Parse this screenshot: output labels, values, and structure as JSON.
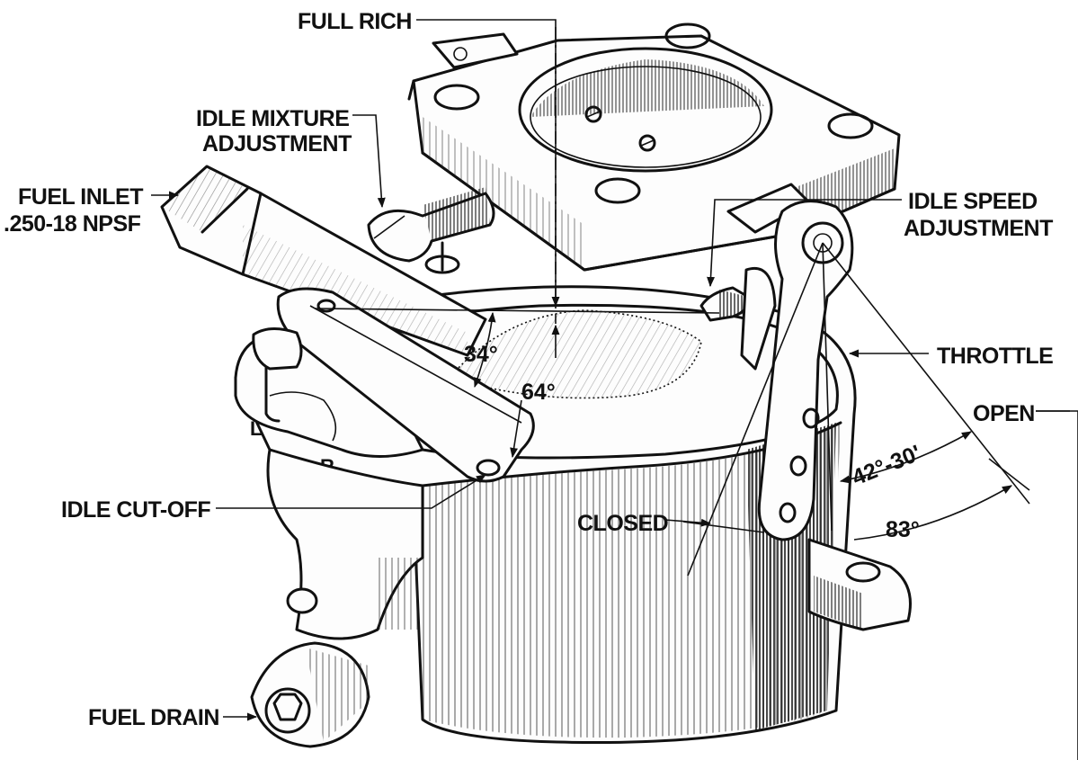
{
  "labels": {
    "full_rich": "FULL RICH",
    "idle_mixture_line1": "IDLE MIXTURE",
    "idle_mixture_line2": "ADJUSTMENT",
    "fuel_inlet_line1": "FUEL INLET",
    "fuel_inlet_line2": ".250-18 NPSF",
    "idle_speed_line1": "IDLE SPEED",
    "idle_speed_line2": "ADJUSTMENT",
    "throttle": "THROTTLE",
    "open": "OPEN",
    "idle_cut_off": "IDLE CUT-OFF",
    "closed": "CLOSED",
    "fuel_drain": "FUEL DRAIN"
  },
  "angles": {
    "a34": "34°",
    "a64": "64°",
    "a42_30": "42°-30'",
    "a83": "83°"
  },
  "body_marks": {
    "left": "L",
    "right": "R"
  }
}
